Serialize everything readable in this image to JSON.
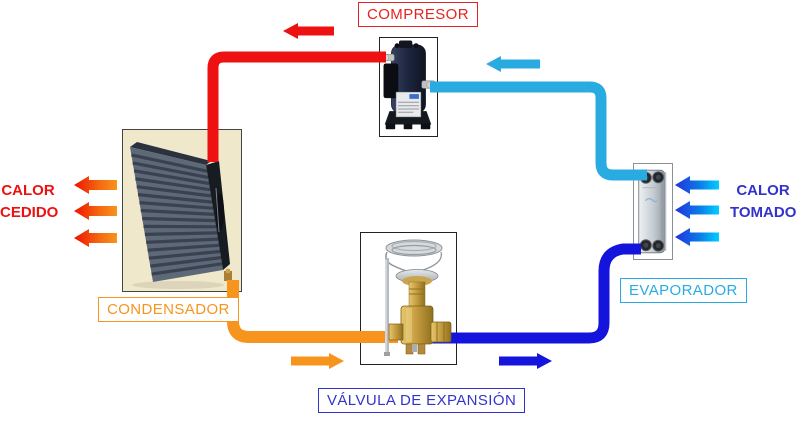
{
  "diagram_type": "refrigeration-cycle",
  "background": "#ffffff",
  "components": {
    "compressor": {
      "label": "COMPRESOR",
      "accent": "#e82222"
    },
    "condenser": {
      "label": "CONDENSADOR",
      "accent": "#f7941d"
    },
    "evaporator": {
      "label": "EVAPORADOR",
      "accent": "#29abe2"
    },
    "expansion_valve": {
      "label": "VÁLVULA DE EXPANSIÓN",
      "accent": "#3333cc"
    }
  },
  "annotations": {
    "heat_released": {
      "line1": "CALOR",
      "line2": "CEDIDO",
      "color": "#ee1111"
    },
    "heat_absorbed": {
      "line1": "CALOR",
      "line2": "TOMADO",
      "color": "#3333cc"
    }
  },
  "pipes": {
    "discharge_line": {
      "color": "#ed1111",
      "from": "compressor",
      "to": "condenser"
    },
    "liquid_line": {
      "color": "#f7941d",
      "from": "condenser",
      "to": "expansion_valve"
    },
    "expansion_line": {
      "color": "#1414dc",
      "from": "expansion_valve",
      "to": "evaporator"
    },
    "suction_line": {
      "color": "#29abe2",
      "from": "evaporator",
      "to": "compressor"
    }
  }
}
